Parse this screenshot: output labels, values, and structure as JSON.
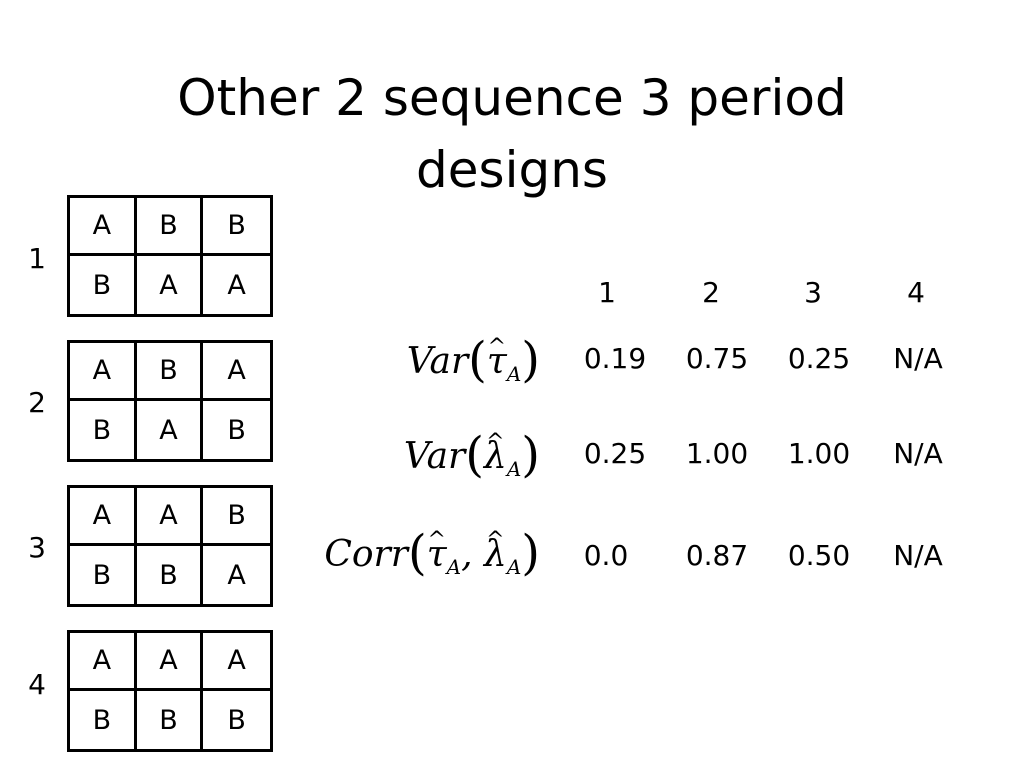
{
  "slide": {
    "title_line1": "Other 2 sequence 3 period",
    "title_line2": "designs"
  },
  "designs": [
    {
      "label": "1",
      "rows": [
        [
          "A",
          "B",
          "B"
        ],
        [
          "B",
          "A",
          "A"
        ]
      ]
    },
    {
      "label": "2",
      "rows": [
        [
          "A",
          "B",
          "A"
        ],
        [
          "B",
          "A",
          "B"
        ]
      ]
    },
    {
      "label": "3",
      "rows": [
        [
          "A",
          "A",
          "B"
        ],
        [
          "B",
          "B",
          "A"
        ]
      ]
    },
    {
      "label": "4",
      "rows": [
        [
          "A",
          "A",
          "A"
        ],
        [
          "B",
          "B",
          "B"
        ]
      ]
    }
  ],
  "table": {
    "columns": [
      "1",
      "2",
      "3",
      "4"
    ],
    "rows": [
      {
        "fn": "Var",
        "args": [
          {
            "sym": "τ",
            "sub": "A"
          }
        ],
        "values": [
          "0.19",
          "0.75",
          "0.25",
          "N/A"
        ]
      },
      {
        "fn": "Var",
        "args": [
          {
            "sym": "λ",
            "sub": "A"
          }
        ],
        "values": [
          "0.25",
          "1.00",
          "1.00",
          "N/A"
        ]
      },
      {
        "fn": "Corr",
        "args": [
          {
            "sym": "τ",
            "sub": "A"
          },
          {
            "sym": "λ",
            "sub": "A"
          }
        ],
        "separator": ",",
        "values": [
          "0.0",
          "0.87",
          "0.50",
          "N/A"
        ]
      }
    ],
    "hat_glyph": "^",
    "open_paren": "(",
    "close_paren": ")"
  }
}
